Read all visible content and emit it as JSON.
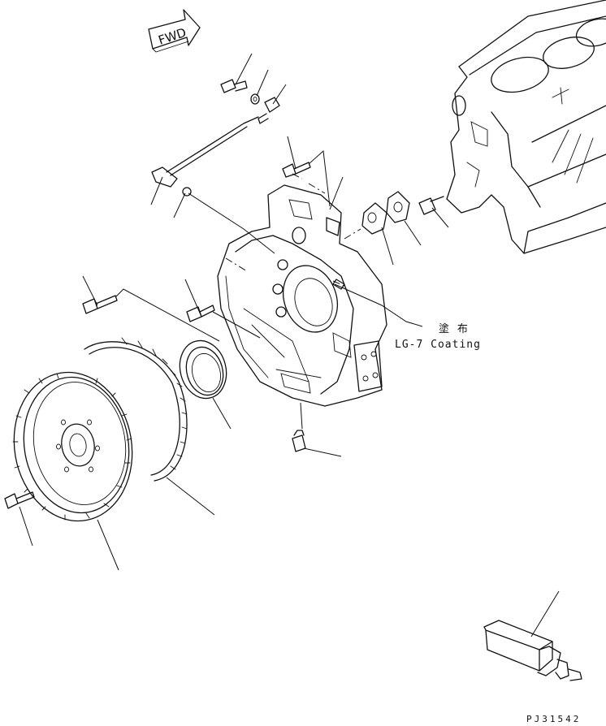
{
  "diagram": {
    "fwd_label": "FWD",
    "note_line1": "塗 布",
    "note_line2": "LG-7 Coating",
    "drawing_number": "PJ31542"
  }
}
